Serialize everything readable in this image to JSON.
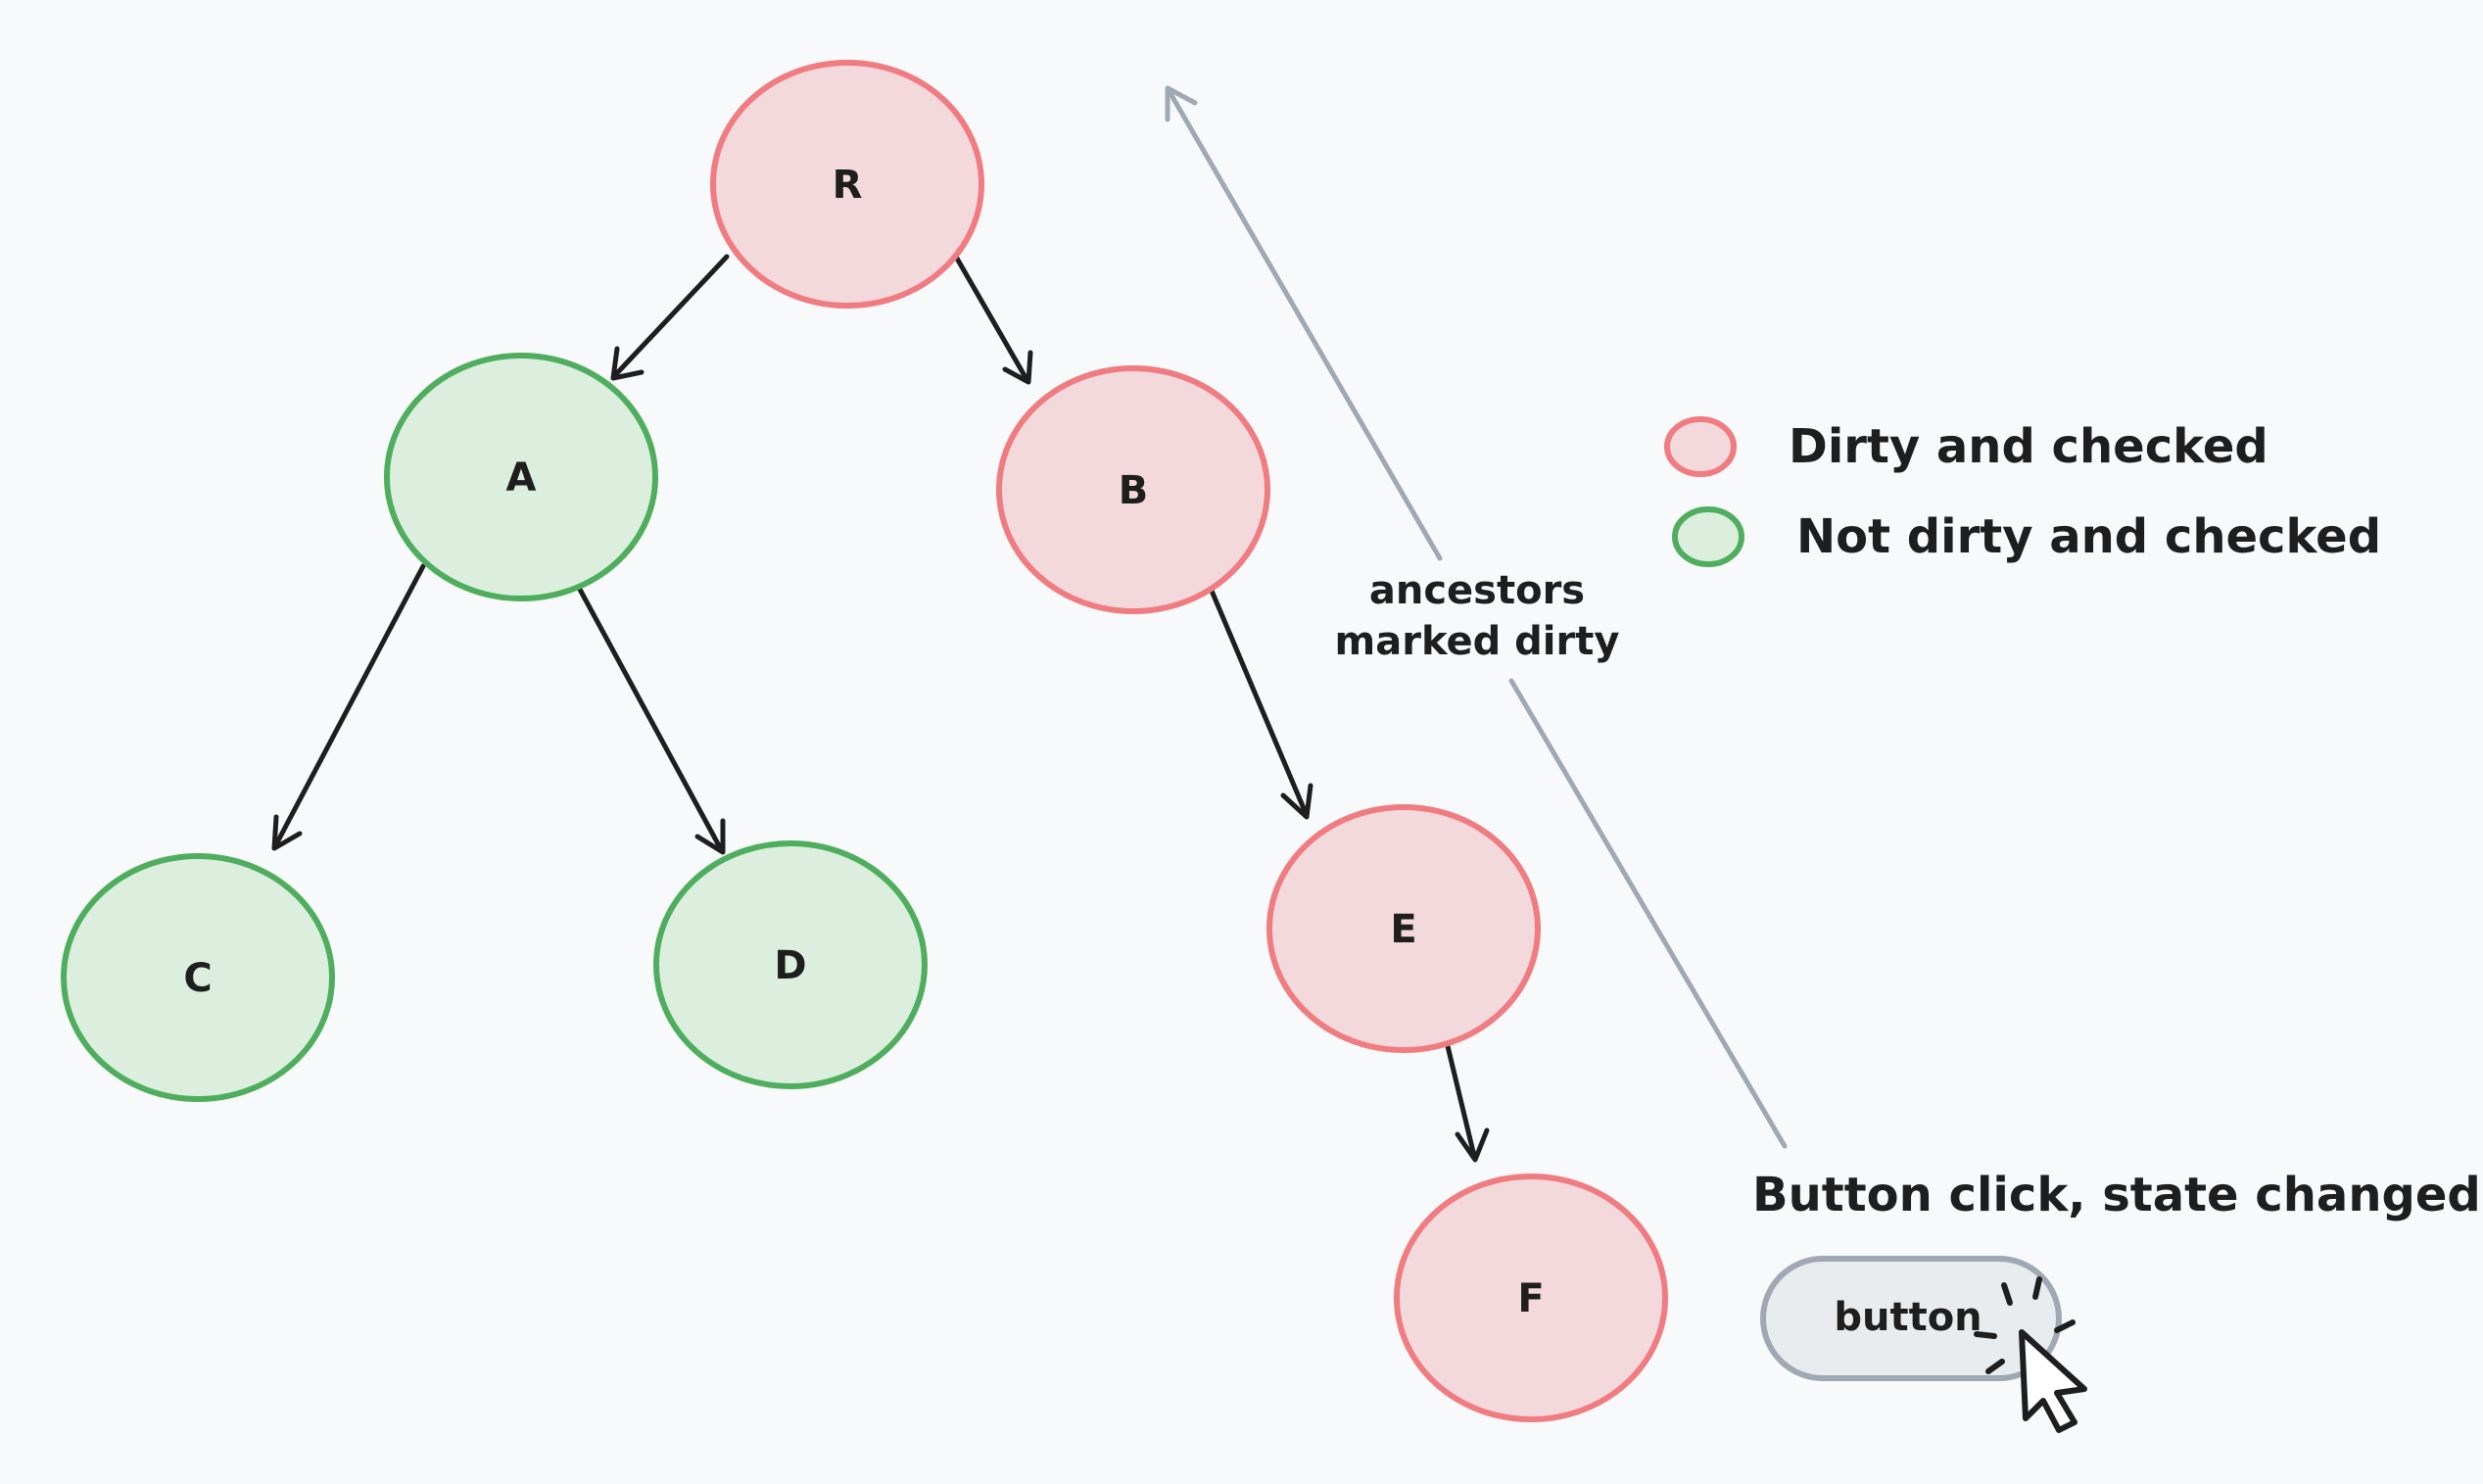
{
  "colors": {
    "background": "#f8f9fa",
    "dirty_fill": "#f3d9dc",
    "dirty_stroke": "#f07b80",
    "clean_fill": "#dcefdf",
    "clean_stroke": "#4fae5e",
    "edge": "#1e1e1e",
    "ancestor_arrow": "#a0a8b3",
    "button_fill": "#e9ecef",
    "button_stroke": "#a0a8b3"
  },
  "nodes": [
    {
      "id": "R",
      "label": "R",
      "state": "dirty"
    },
    {
      "id": "A",
      "label": "A",
      "state": "clean"
    },
    {
      "id": "B",
      "label": "B",
      "state": "dirty"
    },
    {
      "id": "C",
      "label": "C",
      "state": "clean"
    },
    {
      "id": "D",
      "label": "D",
      "state": "clean"
    },
    {
      "id": "E",
      "label": "E",
      "state": "dirty"
    },
    {
      "id": "F",
      "label": "F",
      "state": "dirty"
    }
  ],
  "edges": [
    {
      "from": "R",
      "to": "A"
    },
    {
      "from": "R",
      "to": "B"
    },
    {
      "from": "A",
      "to": "C"
    },
    {
      "from": "A",
      "to": "D"
    },
    {
      "from": "B",
      "to": "E"
    },
    {
      "from": "E",
      "to": "F"
    }
  ],
  "legend": {
    "dirty_label": "Dirty and checked",
    "clean_label": "Not dirty and checked"
  },
  "annotation": {
    "line1": "ancestors",
    "line2": "marked dirty"
  },
  "caption": "Button click, state changed",
  "button": {
    "label": "button",
    "cursor_icon": "mouse-pointer-click-icon"
  }
}
